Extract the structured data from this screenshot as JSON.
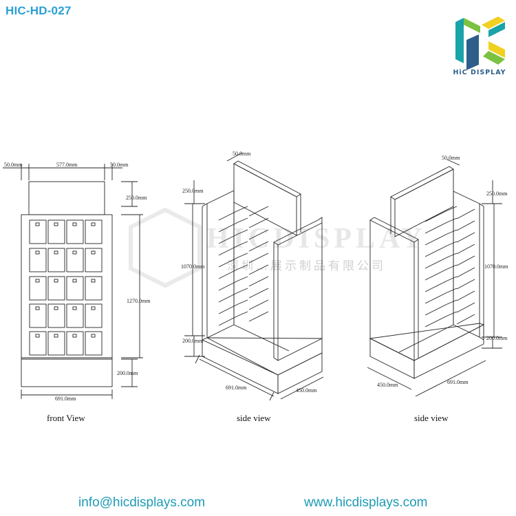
{
  "model_code": "HIC-HD-027",
  "brand_name": "HiC DISPLAY",
  "colors": {
    "title": "#2a9fd6",
    "footer": "#1e9bb5",
    "logo_teal": "#1aa3a8",
    "logo_yellow": "#f0d020",
    "logo_green": "#7cc242",
    "logo_blue": "#2d5f8a",
    "line": "#222222"
  },
  "captions": {
    "front": "front View",
    "side_left": "side view",
    "side_right": "side  view"
  },
  "dimensions": {
    "front": {
      "left_margin": "50.0mm",
      "inner_width": "577.0mm",
      "right_margin": "50.0mm",
      "header_height": "250.0mm",
      "body_height": "1270.0mm",
      "base_height": "200.0mm",
      "total_width": "691.0mm"
    },
    "side_left": {
      "panel_thickness": "50.0mm",
      "header_height": "250.0mm",
      "body_height": "1070.0mm",
      "base_height": "200.0mm",
      "width": "691.0mm",
      "depth": "450.0mm"
    },
    "side_right": {
      "panel_thickness": "50.0mm",
      "header_height": "250.0mm",
      "body_height": "1070.0mm",
      "base_height": "200.0mm",
      "width": "691.0mm",
      "depth": "450.0mm"
    }
  },
  "watermark": {
    "text": "HICDISPLAY",
    "subtext": "深圳…展示制品有限公司"
  },
  "footer": {
    "email": "info@hicdisplays.com",
    "website": "www.hicdisplays.com"
  }
}
